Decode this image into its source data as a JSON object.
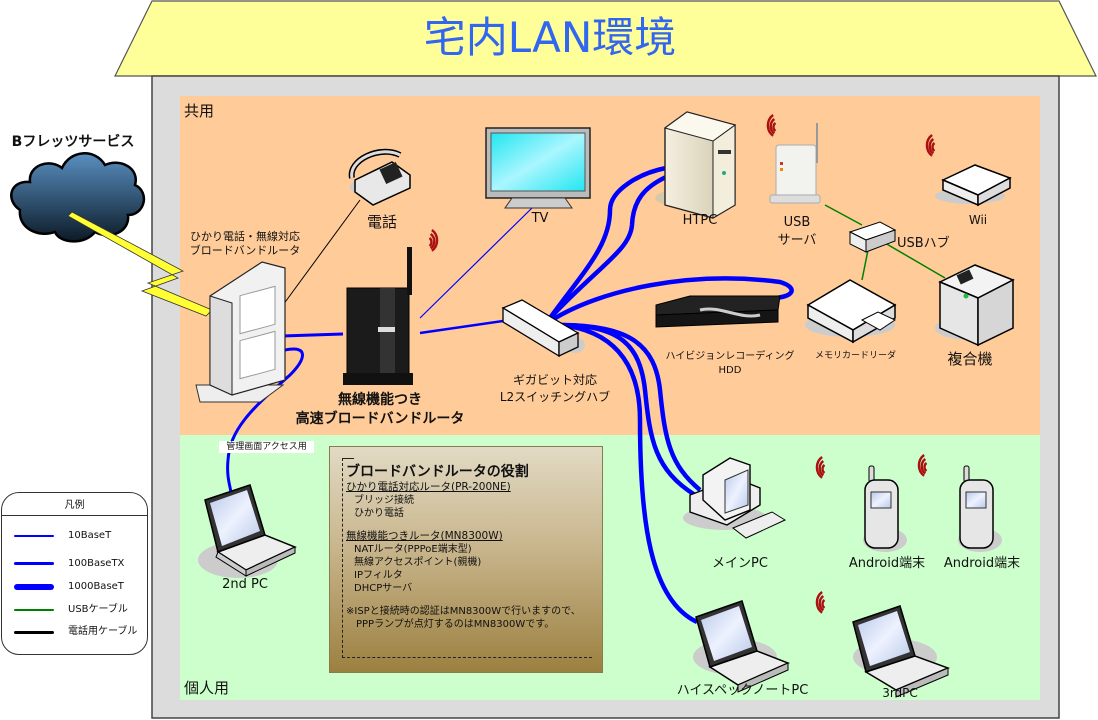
{
  "title": "宅内LAN環境",
  "colors": {
    "title": "#3366ee",
    "roof": "#ffff99",
    "house_wall": "#dcdcdc",
    "shared_zone": "#ffcc99",
    "personal_zone": "#ccffcc",
    "cable_10": "#0000ff",
    "cable_100": "#0000ff",
    "cable_1000": "#0000ff",
    "usb_cable": "#008000",
    "phone_cable": "#000000",
    "wireless": "#aa1111"
  },
  "zones": {
    "shared": "共用",
    "personal": "個人用"
  },
  "external": {
    "service": "Bフレッツサービス"
  },
  "devices": {
    "onu_router": "ひかり電話・無線対応\nブロードバンドルータ",
    "phone": "電話",
    "wireless_router": "無線機能つき\n高速ブロードバンドルータ",
    "tv": "TV",
    "htpc": "HTPC",
    "usb_server": "USB\nサーバ",
    "wii": "Wii",
    "usb_hub": "USBハブ",
    "switch": "ギガビット対応\nL2スイッチングハブ",
    "hdd": "ハイビジョンレコーディング\nHDD",
    "card_reader": "メモリカードリーダ",
    "mfp": "複合機",
    "second_pc": "2nd PC",
    "mgmt_note": "管理画面アクセス用",
    "main_pc": "メインPC",
    "android1": "Android端末",
    "android2": "Android端末",
    "notebook": "ハイスペックノートPC",
    "third_pc": "3rdPC"
  },
  "infobox": {
    "heading": "ブロードバンドルータの役割",
    "section1_title": "ひかり電話対応ルータ(PR-200NE)",
    "section1_items": [
      "ブリッジ接続",
      "ひかり電話"
    ],
    "section2_title": "無線機能つきルータ(MN8300W)",
    "section2_items": [
      "NATルータ(PPPoE端末型)",
      "無線アクセスポイント(親機)",
      "IPフィルタ",
      "DHCPサーバ"
    ],
    "note_line1": "※ISPと接続時の認証はMN8300Wで行いますので、",
    "note_line2": "PPPランプが点灯するのはMN8300Wです。"
  },
  "legend": {
    "title": "凡例",
    "items": [
      {
        "label": "10BaseT",
        "color": "#0000ff"
      },
      {
        "label": "100BaseTX",
        "color": "#0000ff"
      },
      {
        "label": "1000BaseT",
        "color": "#0000ff"
      },
      {
        "label": "USBケーブル",
        "color": "#008000"
      },
      {
        "label": "電話用ケーブル",
        "color": "#000000"
      }
    ]
  }
}
